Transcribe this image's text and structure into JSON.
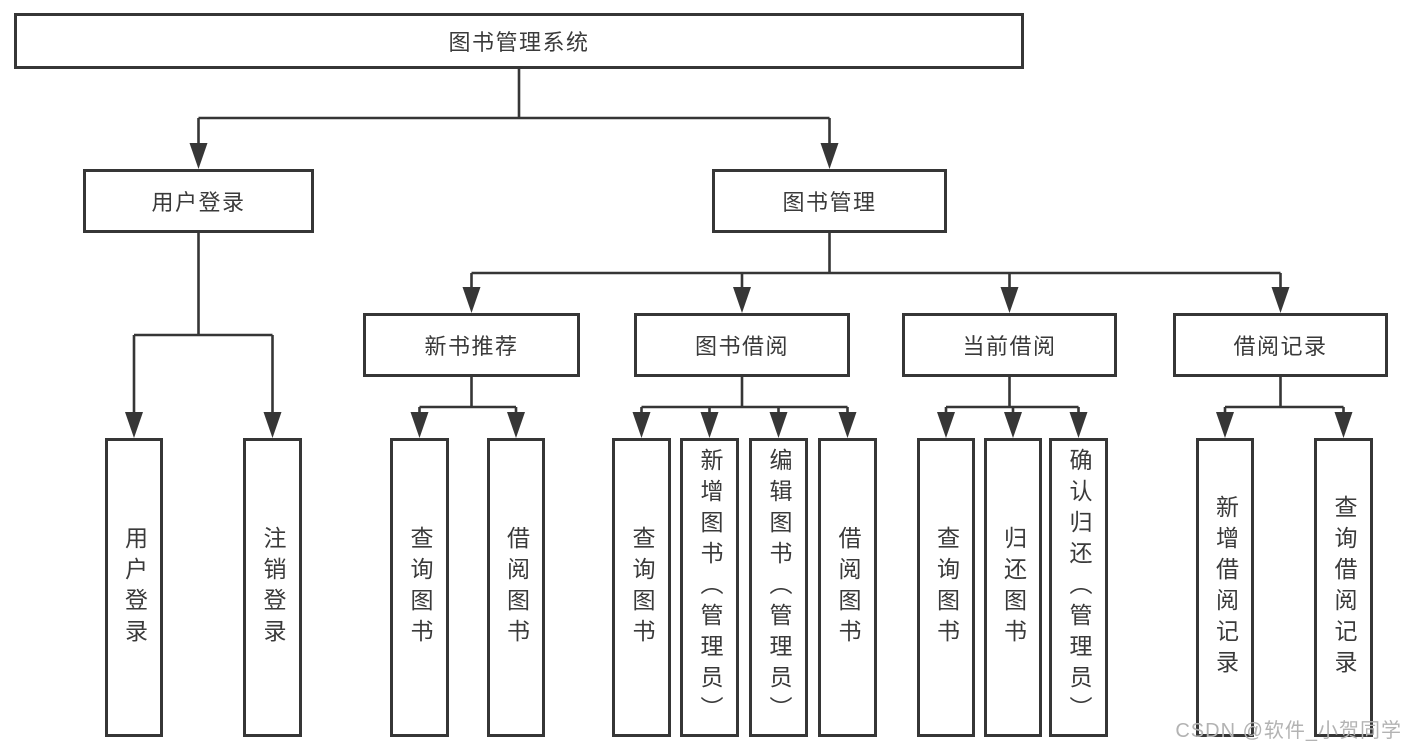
{
  "colors": {
    "background": "#ffffff",
    "line": "#363636",
    "box_border": "#363636",
    "text": "#3a3a3a",
    "watermark": "#b3b3b3"
  },
  "watermark": {
    "text": "CSDN @软件_小贺同学"
  },
  "tree": {
    "root": {
      "label": "图书管理系统"
    },
    "branches": [
      {
        "label": "用户登录",
        "children": [
          {
            "label": "用户登录"
          },
          {
            "label": "注销登录"
          }
        ]
      },
      {
        "label": "图书管理",
        "children": [
          {
            "label": "新书推荐",
            "children": [
              {
                "label": "查询图书"
              },
              {
                "label": "借阅图书"
              }
            ]
          },
          {
            "label": "图书借阅",
            "children": [
              {
                "label": "查询图书"
              },
              {
                "label": "新增图书（管理员）"
              },
              {
                "label": "编辑图书（管理员）"
              },
              {
                "label": "借阅图书"
              }
            ]
          },
          {
            "label": "当前借阅",
            "children": [
              {
                "label": "查询图书"
              },
              {
                "label": "归还图书"
              },
              {
                "label": "确认归还（管理员）"
              }
            ]
          },
          {
            "label": "借阅记录",
            "children": [
              {
                "label": "新增借阅记录"
              },
              {
                "label": "查询借阅记录"
              }
            ]
          }
        ]
      }
    ]
  }
}
